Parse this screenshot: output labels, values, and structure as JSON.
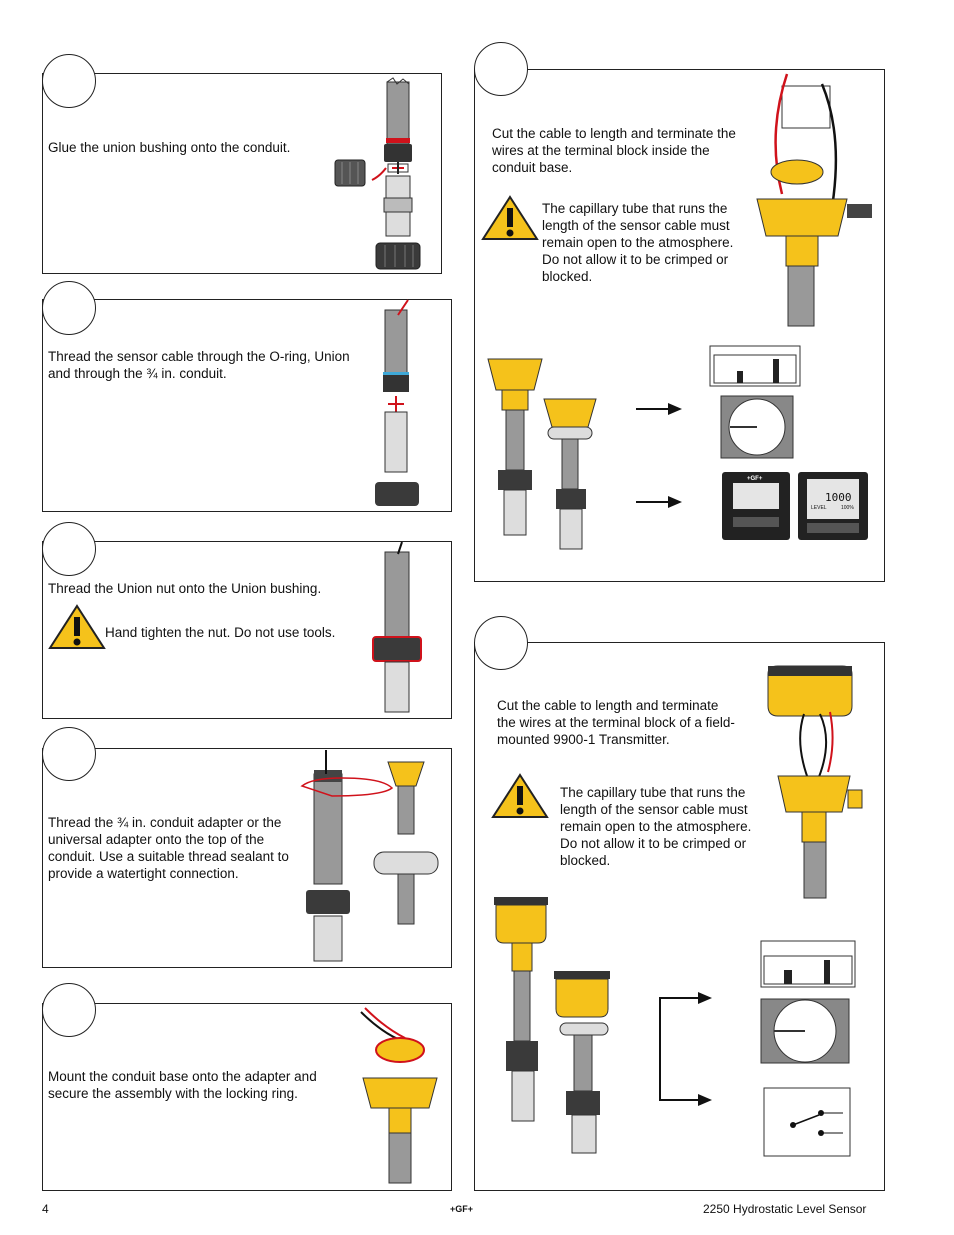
{
  "steps": {
    "s1": {
      "text": "Glue the union bushing onto the conduit."
    },
    "s2": {
      "text": "Thread the sensor cable through the O-ring, Union and through the ¾ in. conduit."
    },
    "s3": {
      "text": "Thread the Union nut onto the Union bushing.",
      "warning": "Hand tighten the nut. Do not use tools."
    },
    "s4": {
      "text": "Thread the ¾ in. conduit adapter or the universal adapter onto the top of the conduit. Use a suitable thread sealant to provide a watertight connection."
    },
    "s5": {
      "text": "Mount the conduit base onto the adapter and secure the assembly with the locking ring."
    },
    "s6": {
      "text": "Cut the cable to length and terminate the wires at the terminal block inside the conduit base.",
      "warning": "The capillary tube that runs the length of the sensor cable must remain open to the atmosphere. Do not allow it to be crimped or blocked."
    },
    "s7": {
      "text": "Cut the cable to length and terminate the wires at the terminal block of a field-mounted 9900-1 Transmitter.",
      "warning": "The capillary tube that runs the length of the sensor cable must remain open to the atmosphere. Do not allow it to be crimped or blocked."
    }
  },
  "devices": {
    "brand": "+GF+",
    "lcd_reading": "1000",
    "lcd_label": "LEVEL",
    "lcd_pct": "100%"
  },
  "footer": {
    "page": "4",
    "logo": "+GF+",
    "title": "2250 Hydrostatic Level Sensor"
  },
  "colors": {
    "yellow": "#f5c21b",
    "yellow_dark": "#c99510",
    "gray": "#9a9a9a",
    "dark": "#2b2b2b",
    "red": "#d0121b"
  }
}
